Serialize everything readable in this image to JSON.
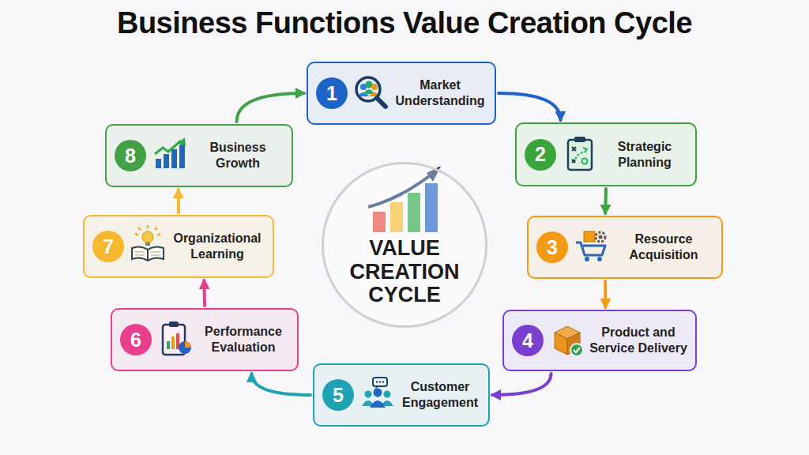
{
  "diagram": {
    "title": "Business Functions Value Creation Cycle",
    "nodes": [
      {
        "text": [
          "Market Understanding"
        ]
      },
      {
        "text": [
          "1"
        ],
        "in": 0
      },
      {
        "text": [
          "Strategic Planning"
        ]
      },
      {
        "text": [
          "2"
        ],
        "in": 2
      },
      {
        "text": [
          "Resource Acquisition"
        ]
      },
      {
        "text": [
          "3"
        ],
        "in": 4
      },
      {
        "text": [
          "Product and Service Delivery"
        ]
      },
      {
        "text": [
          "4"
        ],
        "in": 6
      },
      {
        "text": [
          "Customer Engagement"
        ]
      },
      {
        "text": [
          "5"
        ],
        "in": 8
      },
      {
        "text": [
          "Performance Evaluation"
        ]
      },
      {
        "text": [
          "6"
        ],
        "in": 10
      },
      {
        "text": [
          "Organizational Learning"
        ]
      },
      {
        "text": [
          "7"
        ],
        "in": 12
      },
      {
        "text": [
          "Business Growth"
        ]
      },
      {
        "text": [
          "8"
        ],
        "in": 14
      },
      {
        "text": [
          "VALUE CREATION CYCLE"
        ]
      }
    ],
    "edges": [
      {
        "from": 0,
        "to": 2,
        "arrow": "to"
      },
      {
        "from": 2,
        "to": 4,
        "arrow": "to"
      },
      {
        "from": 4,
        "to": 6,
        "arrow": "to"
      },
      {
        "from": 6,
        "to": 8,
        "arrow": "to"
      },
      {
        "from": 8,
        "to": 10,
        "arrow": "to"
      },
      {
        "from": 10,
        "to": 12,
        "arrow": "to"
      },
      {
        "from": 12,
        "to": 14,
        "arrow": "to"
      },
      {
        "from": 14,
        "to": 0,
        "arrow": "to"
      }
    ]
  }
}
